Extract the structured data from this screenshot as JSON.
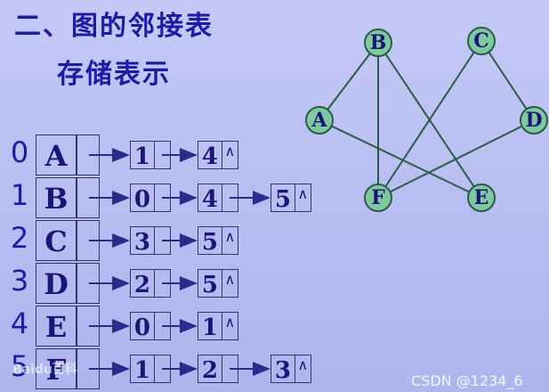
{
  "title_line1": "二、图的邻接表",
  "title_line2": "存储表示",
  "vertex_list": [
    {
      "index": "0",
      "label": "A",
      "adjacent": [
        "1",
        "4"
      ]
    },
    {
      "index": "1",
      "label": "B",
      "adjacent": [
        "0",
        "4",
        "5"
      ]
    },
    {
      "index": "2",
      "label": "C",
      "adjacent": [
        "3",
        "5"
      ]
    },
    {
      "index": "3",
      "label": "D",
      "adjacent": [
        "2",
        "5"
      ]
    },
    {
      "index": "4",
      "label": "E",
      "adjacent": [
        "0",
        "1"
      ]
    },
    {
      "index": "5",
      "label": "F",
      "adjacent": [
        "1",
        "2",
        "3"
      ]
    }
  ],
  "null_marker": "∧",
  "graph": {
    "nodes": [
      "B",
      "C",
      "A",
      "D",
      "F",
      "E"
    ],
    "edges": [
      [
        "B",
        "A"
      ],
      [
        "B",
        "F"
      ],
      [
        "B",
        "E"
      ],
      [
        "C",
        "F"
      ],
      [
        "C",
        "D"
      ],
      [
        "A",
        "E"
      ],
      [
        "F",
        "D"
      ]
    ]
  },
  "watermark_baidu": "Baidu百科",
  "watermark_csdn": "CSDN @1234_6",
  "colors": {
    "text": "#1f1aa6",
    "node_fill": "#7fc9a0",
    "arrow": "#2b2b8c"
  }
}
